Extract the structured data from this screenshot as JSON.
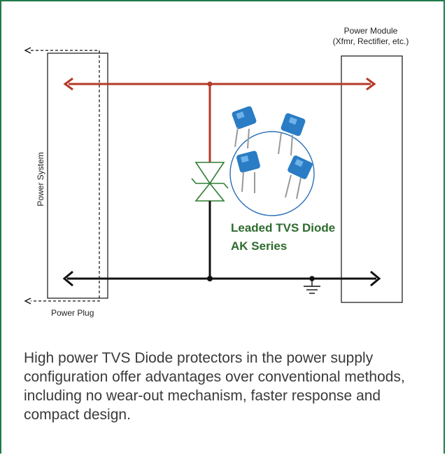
{
  "diagram": {
    "power_system_label": "Power System",
    "power_plug_label": "Power Plug",
    "power_module_label_line1": "Power Module",
    "power_module_label_line2": "(Xfmr, Rectifier, etc.)",
    "product_label_line1": "Leaded TVS Diode",
    "product_label_line2": "AK Series",
    "colors": {
      "frame": "#1f7a4a",
      "line_hot": "#b43a2a",
      "line_return": "#111111",
      "diode": "#2e7d32",
      "product_text": "#2e6b2e",
      "component_blue": "#2a7cc4"
    }
  },
  "caption": "High power TVS Diode protectors in the power supply configuration offer advantages over conventional methods, including no wear-out mechanism, faster response and compact design."
}
